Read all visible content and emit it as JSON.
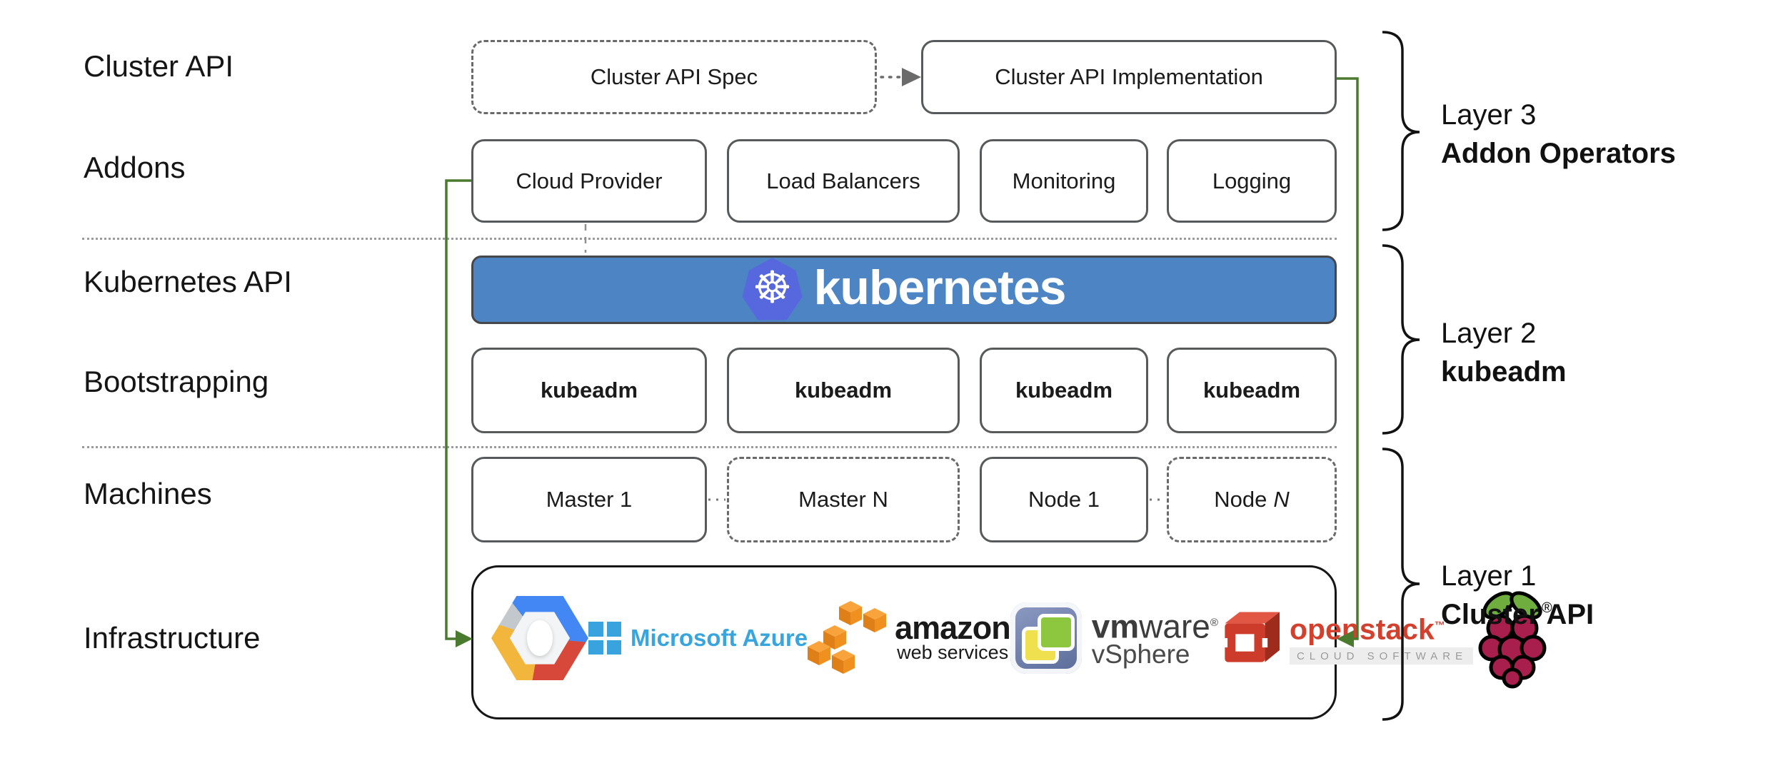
{
  "left_labels": {
    "cluster_api": "Cluster API",
    "addons": "Addons",
    "kubernetes_api": "Kubernetes API",
    "bootstrapping": "Bootstrapping",
    "machines": "Machines",
    "infrastructure": "Infrastructure"
  },
  "cluster_api_row": {
    "spec_label": "Cluster API Spec",
    "implementation_label": "Cluster API Implementation"
  },
  "addons_row": {
    "items": [
      "Cloud Provider",
      "Load Balancers",
      "Monitoring",
      "Logging"
    ]
  },
  "kubernetes_banner": {
    "label": "kubernetes",
    "wheel_glyph": "☸"
  },
  "bootstrapping_row": {
    "items": [
      "kubeadm",
      "kubeadm",
      "kubeadm",
      "kubeadm"
    ]
  },
  "machines_row": {
    "master1": "Master 1",
    "masterN": "Master N",
    "node1": "Node 1",
    "nodeN_prefix": "Node",
    "nodeN_suffix": "N"
  },
  "infrastructure_row": {
    "azure_text": "Microsoft Azure",
    "aws_line1": "amazon",
    "aws_line2": "web services",
    "vmware_bold": "vm",
    "vmware_rest": "ware",
    "vmware_reg": "®",
    "vmware_product": "vSphere",
    "openstack_text": "openstack",
    "openstack_tm": "™",
    "openstack_sub": "CLOUD SOFTWARE",
    "rpi_reg": "®",
    "providers": [
      "Google Cloud Platform",
      "Microsoft Azure",
      "Amazon Web Services",
      "VMware vSphere",
      "OpenStack",
      "Raspberry Pi"
    ]
  },
  "layer_labels": [
    {
      "line1": "Layer 3",
      "line2": "Addon Operators"
    },
    {
      "line1": "Layer 2",
      "line2": "kubeadm"
    },
    {
      "line1": "Layer 1",
      "line2": "Cluster API"
    }
  ],
  "colors": {
    "banner_blue": "#4d84c4",
    "kubernetes_logo_blue": "#5767dd",
    "connector_green": "#4a7a2e",
    "box_border_gray": "#58595b",
    "azure_blue": "#38a3dc",
    "aws_orange": "#f0901e",
    "openstack_red": "#d2402e",
    "raspberry_red": "#a81e4d",
    "leaf_green": "#6fae3e",
    "gcp_blue": "#4387f4",
    "gcp_red": "#d8483a",
    "gcp_yellow": "#f2b63c"
  }
}
